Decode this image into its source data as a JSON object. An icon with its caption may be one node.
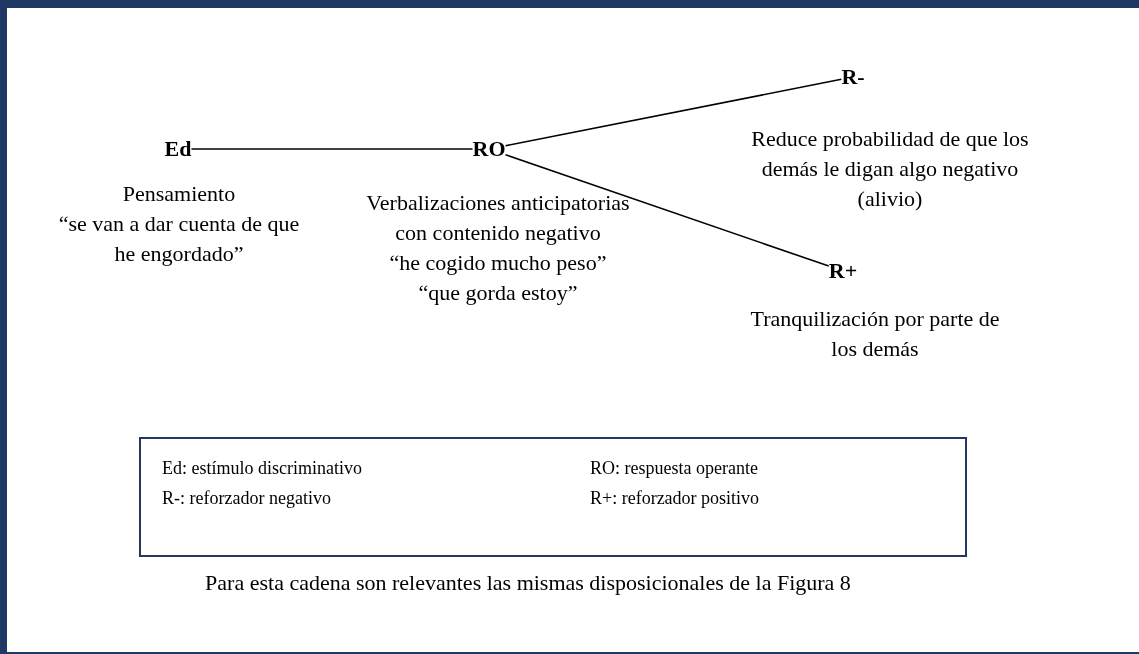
{
  "diagram": {
    "caption": "Para esta cadena son relevantes las mismas disposicionales de la Figura 8",
    "nodes": [
      {
        "text": [
          "Ed"
        ],
        "beside": [
          "Pensamiento",
          "“se van a dar cuenta de que he engordado”"
        ]
      },
      {
        "text": [
          "RO"
        ],
        "beside": [
          "Verbalizaciones anticipatorias con contenido negativo",
          "“he cogido mucho peso”",
          "“que gorda estoy”"
        ]
      },
      {
        "text": [
          "R-"
        ],
        "beside": [
          "Reduce probabilidad de que los demás le digan algo negativo (alivio)"
        ]
      },
      {
        "text": [
          "R+"
        ],
        "beside": [
          "Tranquilización por parte de los demás"
        ]
      },
      {
        "text": [
          "Ed: estímulo discriminativo",
          "RO: respuesta operante",
          "R-: reforzador negativo",
          "R+: reforzador positivo"
        ]
      }
    ],
    "edges": [
      {
        "from": 0,
        "to": 1,
        "arrow": "none"
      },
      {
        "from": 1,
        "to": 2,
        "arrow": "none"
      },
      {
        "from": 1,
        "to": 3,
        "arrow": "none"
      }
    ]
  }
}
